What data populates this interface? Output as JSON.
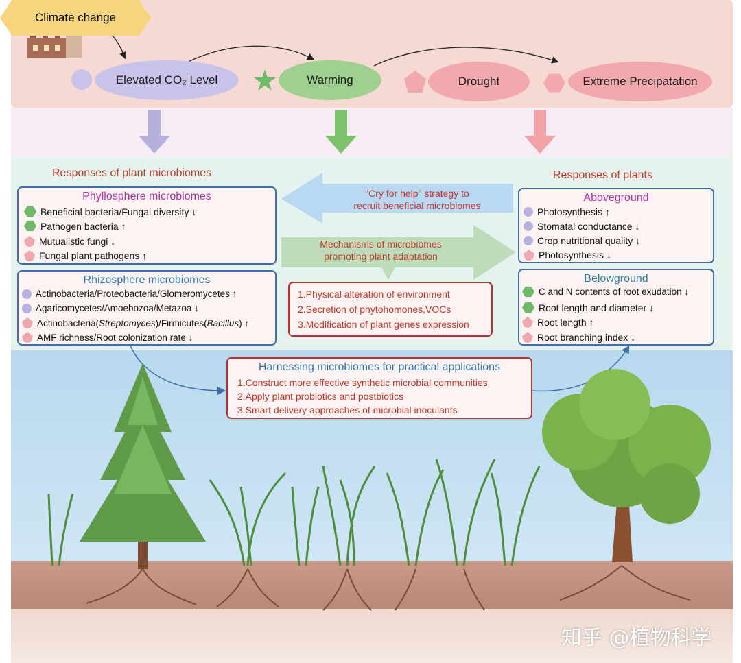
{
  "top": {
    "climate_change": "Climate change",
    "factors": [
      {
        "label": "Elevated CO₂ Level",
        "color": "#c8c3e8"
      },
      {
        "label": "Warming",
        "color": "#9ed08f"
      },
      {
        "label": "Drought",
        "color": "#f2a9ae"
      },
      {
        "label": "Extreme Precipatation",
        "color": "#f2a9ae"
      }
    ]
  },
  "middle": {
    "left_header": "Responses of plant microbiomes",
    "right_header": "Responses of plants",
    "cry_for_help": "\"Cry for help\" strategy to\nrecruit beneficial microbiomes",
    "mechanisms": "Mechanisms of microbiomes\npromoting plant adaptation"
  },
  "phyllosphere": {
    "title": "Phyllosphere microbiomes",
    "items": [
      {
        "text": "Beneficial bacteria/Fungal diversity ↓",
        "shape": "hexagon-green"
      },
      {
        "text": "Pathogen bacteria ↑",
        "shape": "hexagon-green"
      },
      {
        "text": "Mutualistic fungi ↓",
        "shape": "pentagon-pink"
      },
      {
        "text": "Fungal plant pathogens ↑",
        "shape": "pentagon-pink"
      }
    ]
  },
  "rhizosphere": {
    "title": "Rhizosphere microbiomes",
    "items": [
      {
        "text": "Actinobacteria/Proteobacteria/Glomeromycetes ↑",
        "shape": "circle-purple"
      },
      {
        "text": "Agaricomycetes/Amoebozoa/Metazoa ↓",
        "shape": "circle-purple"
      },
      {
        "text_a": "Actinobacteria(",
        "italic_a": "Streptomyces",
        "text_b": ")/Firmicutes(",
        "italic_b": "Bacillus",
        "text_c": ") ↑",
        "shape": "pentagon-pink"
      },
      {
        "text": "AMF richness/Root colonization rate ↓",
        "shape": "pentagon-pink"
      }
    ]
  },
  "mechanism_box": {
    "items": [
      "1.Physical alteration of environment",
      "2.Secretion of phytohomones,VOCs",
      "3.Modification of plant genes expression"
    ]
  },
  "aboveground": {
    "title": "Aboveground",
    "items": [
      {
        "text": "Photosynthesis ↑",
        "shape": "circle-purple"
      },
      {
        "text": "Stomatal conductance ↓",
        "shape": "circle-purple"
      },
      {
        "text": "Crop nutritional quality ↓",
        "shape": "circle-purple"
      },
      {
        "text": "Photosynthesis ↓",
        "shape": "pentagon-pink"
      }
    ]
  },
  "belowground": {
    "title": "Belowground",
    "items": [
      {
        "text": "C and N contents of root exudation ↓",
        "shape": "hexagon-green"
      },
      {
        "text": "Root length and diameter ↓",
        "shape": "hexagon-green"
      },
      {
        "text": "Root length ↑",
        "shape": "pentagon-pink"
      },
      {
        "text": "Root branching index ↓",
        "shape": "pentagon-pink"
      }
    ]
  },
  "applications": {
    "title": "Harnessing microbiomes for practical applications",
    "items": [
      "1.Construct more effective synthetic microbial communities",
      "2.Apply plant probiotics and postbiotics",
      "3.Smart delivery approaches of microbial inoculants"
    ]
  },
  "watermark": "知乎 @植物科学",
  "icons": [
    "factory-icon",
    "tree-illustration",
    "grass-illustration",
    "soil-illustration"
  ]
}
